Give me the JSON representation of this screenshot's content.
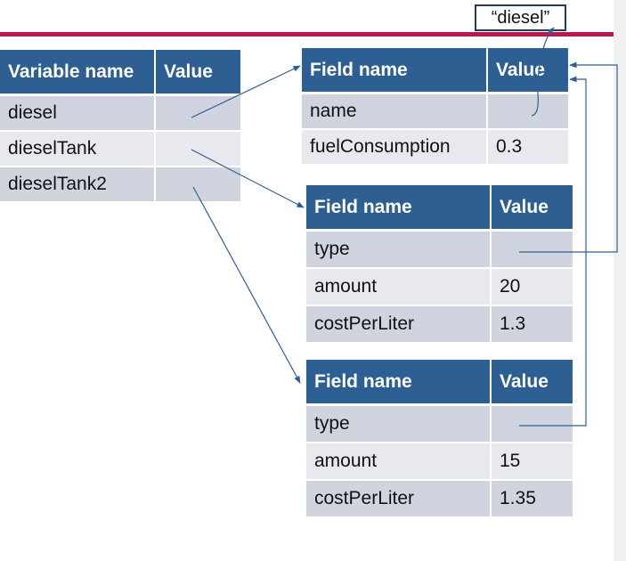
{
  "literal": "“diesel”",
  "variables_table": {
    "headers": [
      "Variable name",
      "Value"
    ],
    "rows": [
      {
        "name": "diesel",
        "value": ""
      },
      {
        "name": "dieselTank",
        "value": ""
      },
      {
        "name": "dieselTank2",
        "value": ""
      }
    ]
  },
  "object_diesel": {
    "headers": [
      "Field name",
      "Value"
    ],
    "rows": [
      {
        "field": "name",
        "value": ""
      },
      {
        "field": "fuelConsumption",
        "value": "0.3"
      }
    ]
  },
  "object_tank1": {
    "headers": [
      "Field name",
      "Value"
    ],
    "rows": [
      {
        "field": "type",
        "value": ""
      },
      {
        "field": "amount",
        "value": "20"
      },
      {
        "field": "costPerLiter",
        "value": "1.3"
      }
    ]
  },
  "object_tank2": {
    "headers": [
      "Field name",
      "Value"
    ],
    "rows": [
      {
        "field": "type",
        "value": ""
      },
      {
        "field": "amount",
        "value": "15"
      },
      {
        "field": "costPerLiter",
        "value": "1.35"
      }
    ]
  },
  "colors": {
    "header_blue": "#2e5f93",
    "row_light": "#e7e9ef",
    "row_dark": "#cfd4df",
    "accent_rule": "#b5194a",
    "arrow": "#2e5f93"
  }
}
